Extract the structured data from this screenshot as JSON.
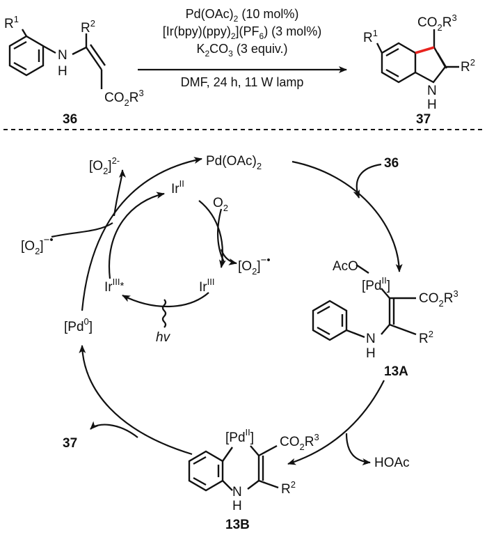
{
  "colors": {
    "ink": "#111111",
    "highlight": "#e8231e",
    "background": "#ffffff"
  },
  "reaction": {
    "reactant_id": "36",
    "product_id": "37",
    "reactant_labels": {
      "r1": "R",
      "r1_sup": "1",
      "r2": "R",
      "r2_sup": "2",
      "nh": "N",
      "h": "H",
      "ester": "CO",
      "ester_sub": "2",
      "ester_r": "R",
      "ester_sup": "3"
    },
    "product_labels": {
      "ester": "CO",
      "ester_sub": "2",
      "ester_r": "R",
      "ester_sup": "3",
      "r1": "R",
      "r1_sup": "1",
      "r2": "R",
      "r2_sup": "2",
      "nh": "N",
      "h": "H"
    },
    "conditions": {
      "line1": {
        "a": "Pd(OAc)",
        "a_sub": "2",
        "b": " (10 mol%)"
      },
      "line2": {
        "a": "[Ir(bpy)(ppy)",
        "a_sub": "2",
        "b": "](PF",
        "b_sub": "6",
        "c": ") (3 mol%)"
      },
      "line3": {
        "a": "K",
        "a_sub": "2",
        "b": "CO",
        "b_sub": "3",
        "c": " (3 equiv.)"
      },
      "line4": "DMF, 24 h, 11 W lamp"
    }
  },
  "cycle": {
    "pd_oac2": {
      "a": "Pd(OAc)",
      "sub": "2"
    },
    "substrate_in": "36",
    "int_13A": {
      "id": "13A",
      "aco": "AcO",
      "pd": "[Pd",
      "pd_sup": "II",
      "pd_close": "]",
      "ester": "CO",
      "ester_sub": "2",
      "ester_r": "R",
      "ester_sup": "3",
      "nh": "N",
      "h": "H",
      "r2": "R",
      "r2_sup": "2"
    },
    "byproduct_hoac": "HOAc",
    "int_13B": {
      "id": "13B",
      "pd": "[Pd",
      "pd_sup": "II",
      "pd_close": "]",
      "ester": "CO",
      "ester_sub": "2",
      "ester_r": "R",
      "ester_sup": "3",
      "nh": "N",
      "h": "H",
      "r2": "R",
      "r2_sup": "2"
    },
    "product_out": "37",
    "pd0": {
      "a": "[Pd",
      "sup": "0",
      "b": "]"
    },
    "o2_dianion": {
      "a": "[O",
      "sub": "2",
      "b": "]",
      "sup": "2-"
    },
    "o2_radical_left": {
      "a": "[O",
      "sub": "2",
      "b": "]",
      "sup": "−•"
    }
  },
  "photo_cycle": {
    "ir2": {
      "a": "Ir",
      "sup": "II"
    },
    "o2": {
      "a": "O",
      "sub": "2"
    },
    "o2_radical": {
      "a": "[O",
      "sub": "2",
      "b": "]",
      "sup": "−•"
    },
    "ir3": {
      "a": "Ir",
      "sup": "III"
    },
    "ir3_star": {
      "a": "Ir",
      "sup": "III",
      "star": "*"
    },
    "hv": "hv"
  }
}
